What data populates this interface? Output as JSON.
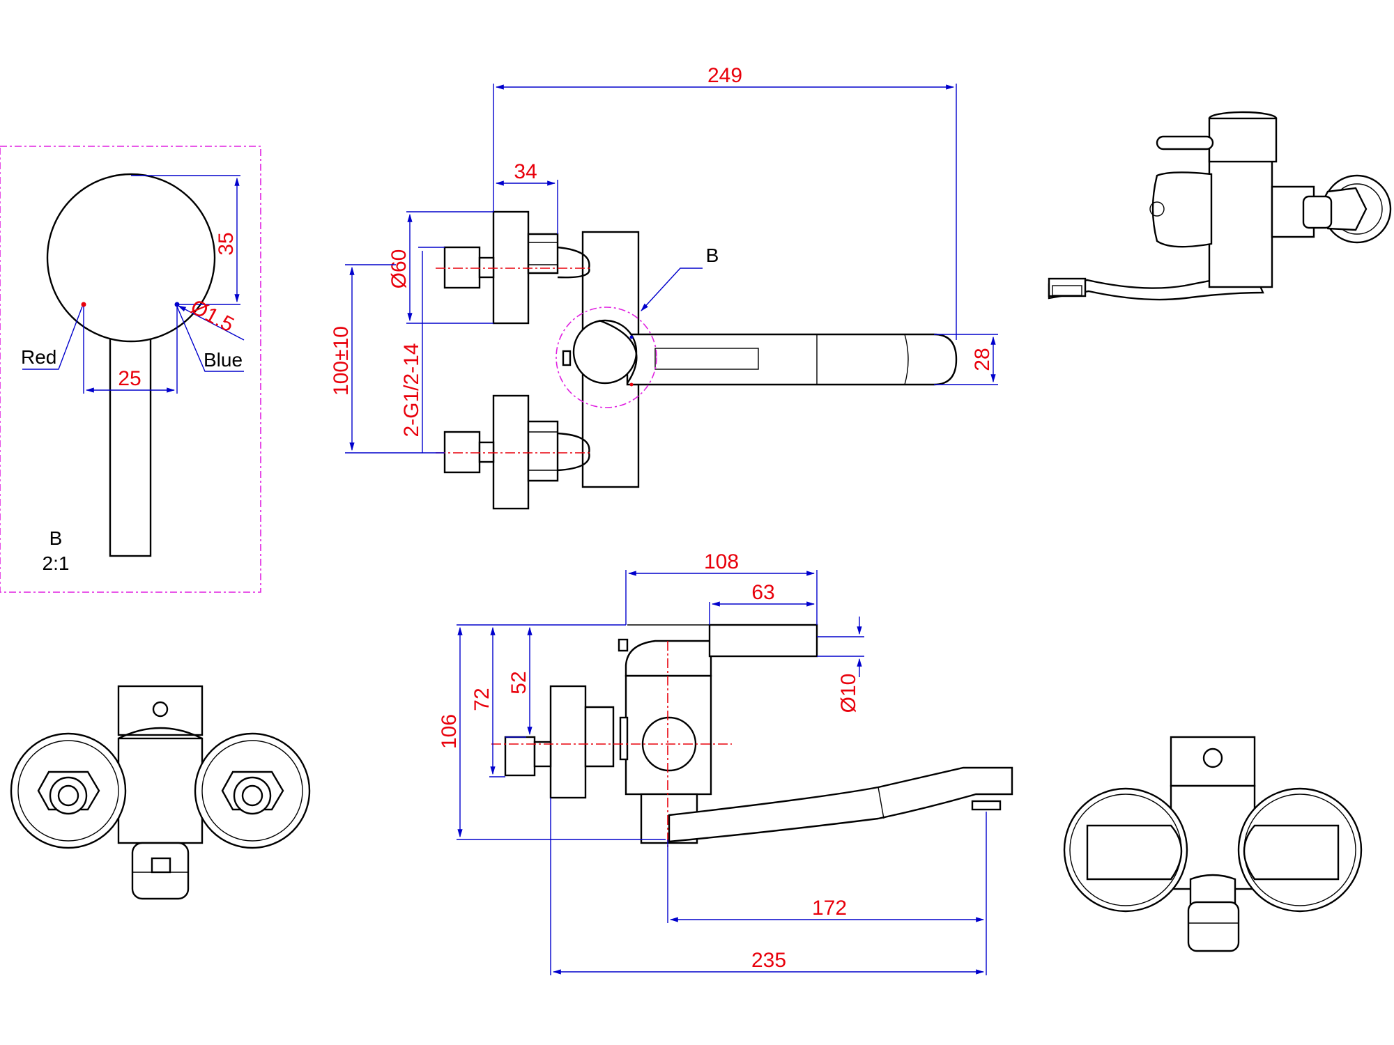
{
  "detail": {
    "ref": "B",
    "scale": "2:1",
    "red_label": "Red",
    "blue_label": "Blue",
    "dim_35": "35",
    "dim_25": "25",
    "dim_hole": "Ø1.5"
  },
  "front_view": {
    "dim_249": "249",
    "dim_34": "34",
    "dim_60": "Ø60",
    "dim_100": "100±10",
    "dim_thread": "2-G1/2-14",
    "dim_28": "28",
    "callout": "B"
  },
  "side_view": {
    "dim_108": "108",
    "dim_63": "63",
    "dim_10": "Ø10",
    "dim_106": "106",
    "dim_72": "72",
    "dim_52": "52",
    "dim_172": "172",
    "dim_235": "235"
  },
  "colors": {
    "dimension_text": "#e8000b",
    "dimension_line": "#0000cc",
    "outline": "#000000",
    "detail_frame": "#e020e0"
  }
}
